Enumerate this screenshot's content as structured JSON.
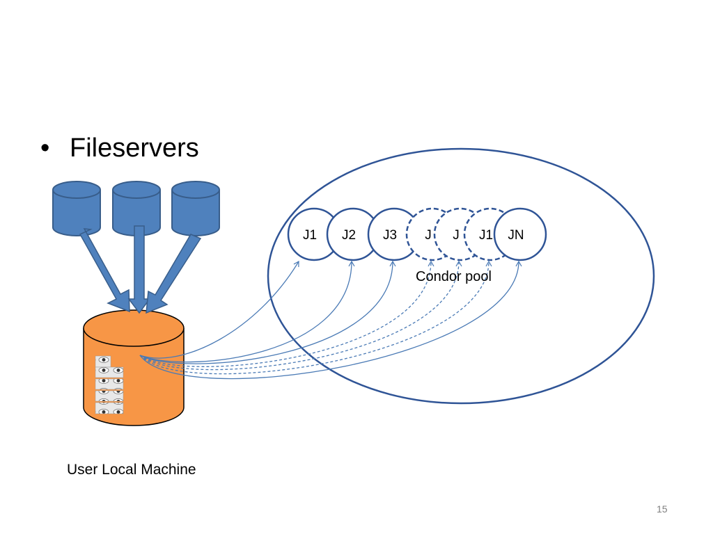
{
  "slide": {
    "bullet": "Fileservers",
    "bullet_marker": "•",
    "user_machine_label": "User Local Machine",
    "pool_label": "Condor pool",
    "page_number": "15"
  },
  "jobs": [
    {
      "label": "J1",
      "dashed": false
    },
    {
      "label": "J2",
      "dashed": false
    },
    {
      "label": "J3",
      "dashed": false
    },
    {
      "label": "J",
      "dashed": true
    },
    {
      "label": "J",
      "dashed": true
    },
    {
      "label": "J1",
      "dashed": true
    },
    {
      "label": "JN",
      "dashed": false
    }
  ],
  "colors": {
    "server_fill": "#4f81bd",
    "server_stroke": "#385d8a",
    "machine_fill": "#f79646",
    "line": "#4a7ab5",
    "pool_stroke": "#2f5496"
  },
  "icons": {
    "fileserver": "cylinder-database-icon",
    "user_machine": "cylinder-database-icon",
    "image_files": "eye-thumbnail-icon"
  }
}
